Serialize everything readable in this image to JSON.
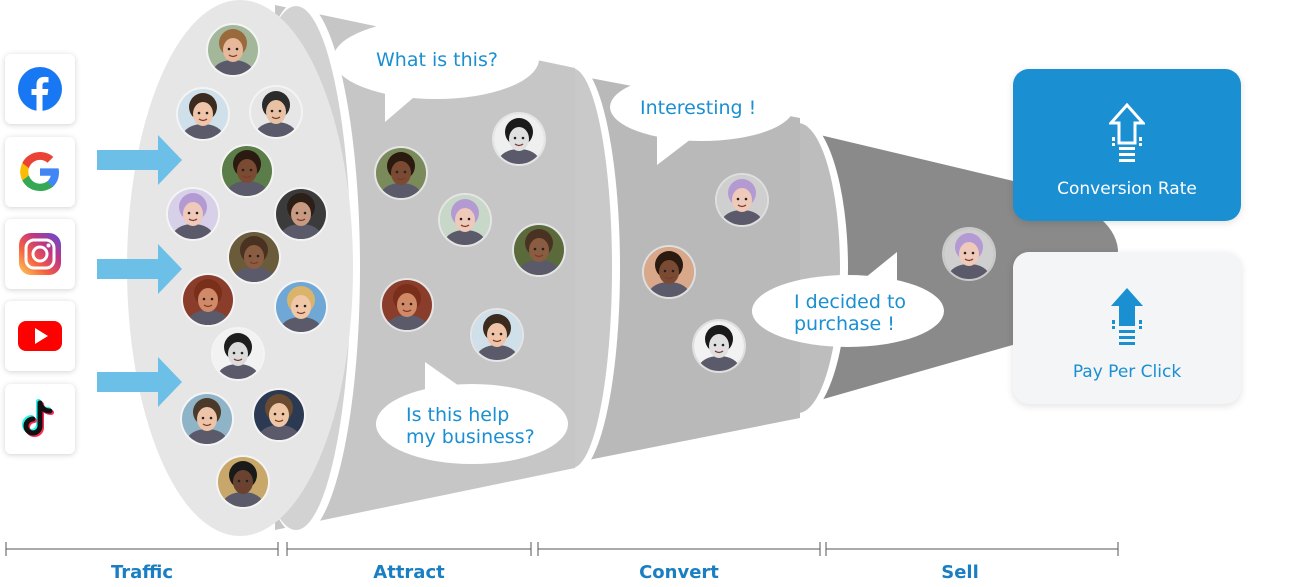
{
  "sources": [
    {
      "name": "facebook",
      "icon": "facebook-icon"
    },
    {
      "name": "google",
      "icon": "google-icon"
    },
    {
      "name": "instagram",
      "icon": "instagram-icon"
    },
    {
      "name": "youtube",
      "icon": "youtube-icon"
    },
    {
      "name": "tiktok",
      "icon": "tiktok-icon"
    }
  ],
  "bubbles": {
    "what_is_this": "What is this?",
    "help_business": "Is this help\nmy business?",
    "interesting": "Interesting !",
    "decided": "I decided to\npurchase !"
  },
  "outcomes": {
    "conversion_rate": "Conversion Rate",
    "pay_per_click": "Pay Per Click"
  },
  "stages": [
    "Traffic",
    "Attract",
    "Convert",
    "Sell"
  ],
  "colors": {
    "accent": "#1a8fd2",
    "arrow": "#6cc0e8",
    "funnel_light": "#d3d3d3",
    "funnel_mid": "#b8b8b8",
    "funnel_dark": "#8a8a8a"
  }
}
